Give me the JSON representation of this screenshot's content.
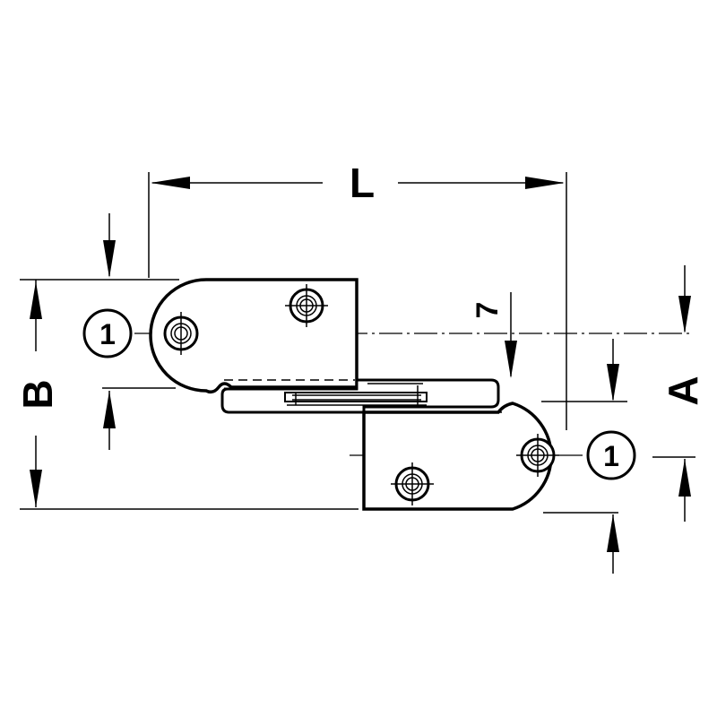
{
  "dimensions": {
    "length_label": "L",
    "width_label": "B",
    "offset_label": "A",
    "gap_label": "7"
  },
  "callouts": {
    "left_ref": "1",
    "right_ref": "1"
  },
  "colors": {
    "line": "#000000",
    "background": "#ffffff"
  }
}
